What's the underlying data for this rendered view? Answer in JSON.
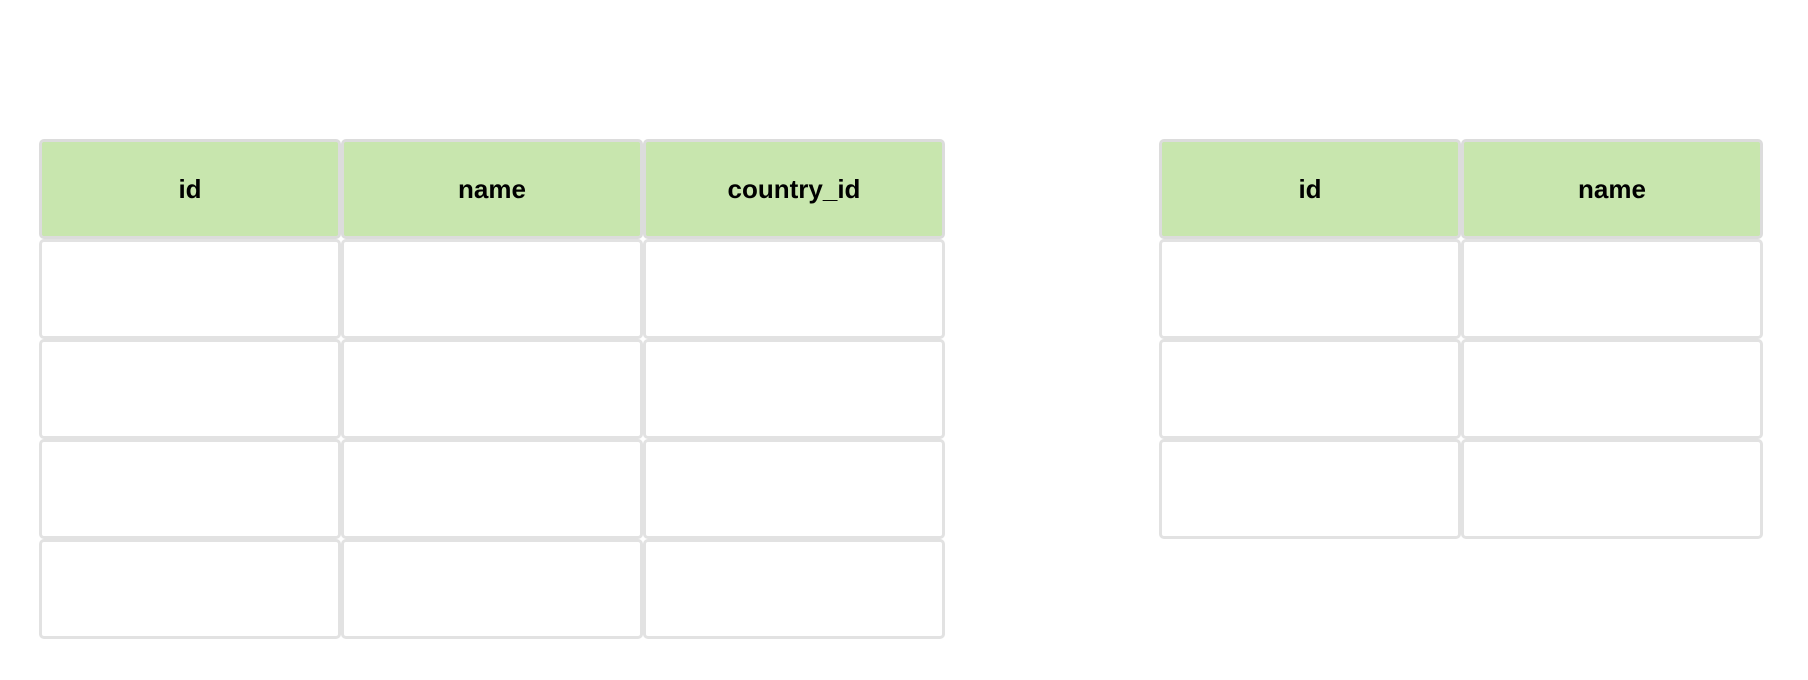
{
  "tables": [
    {
      "columns": [
        "id",
        "name",
        "country_id"
      ],
      "empty_rows": 4
    },
    {
      "columns": [
        "id",
        "name"
      ],
      "empty_rows": 3
    }
  ],
  "colors": {
    "header_fill": "#c8e6ae",
    "cell_border": "#e2e2e2",
    "cell_fill": "#ffffff",
    "text": "#000000"
  }
}
